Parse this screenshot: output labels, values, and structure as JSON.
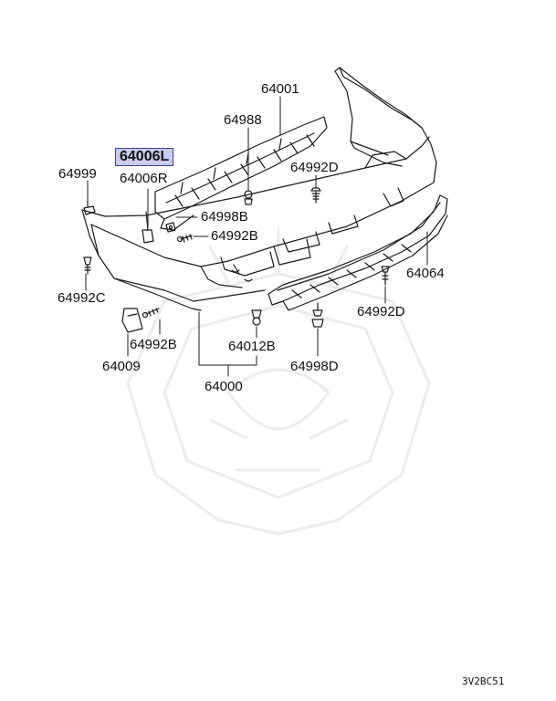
{
  "diagram": {
    "callouts": {
      "p64001": "64001",
      "p64988": "64988",
      "p64006L": "64006L",
      "p64006R": "64006R",
      "p64999": "64999",
      "p64992D_top": "64992D",
      "p64998B": "64998B",
      "p64992B_mid": "64992B",
      "p64064": "64064",
      "p64992C": "64992C",
      "p64992D_right": "64992D",
      "p64992B_low": "64992B",
      "p64012B": "64012B",
      "p64009": "64009",
      "p64998D": "64998D",
      "p64000": "64000"
    },
    "highlighted_part": "64006L",
    "highlight_color": "#c8ccef",
    "figure_code": "3V2BC51"
  }
}
